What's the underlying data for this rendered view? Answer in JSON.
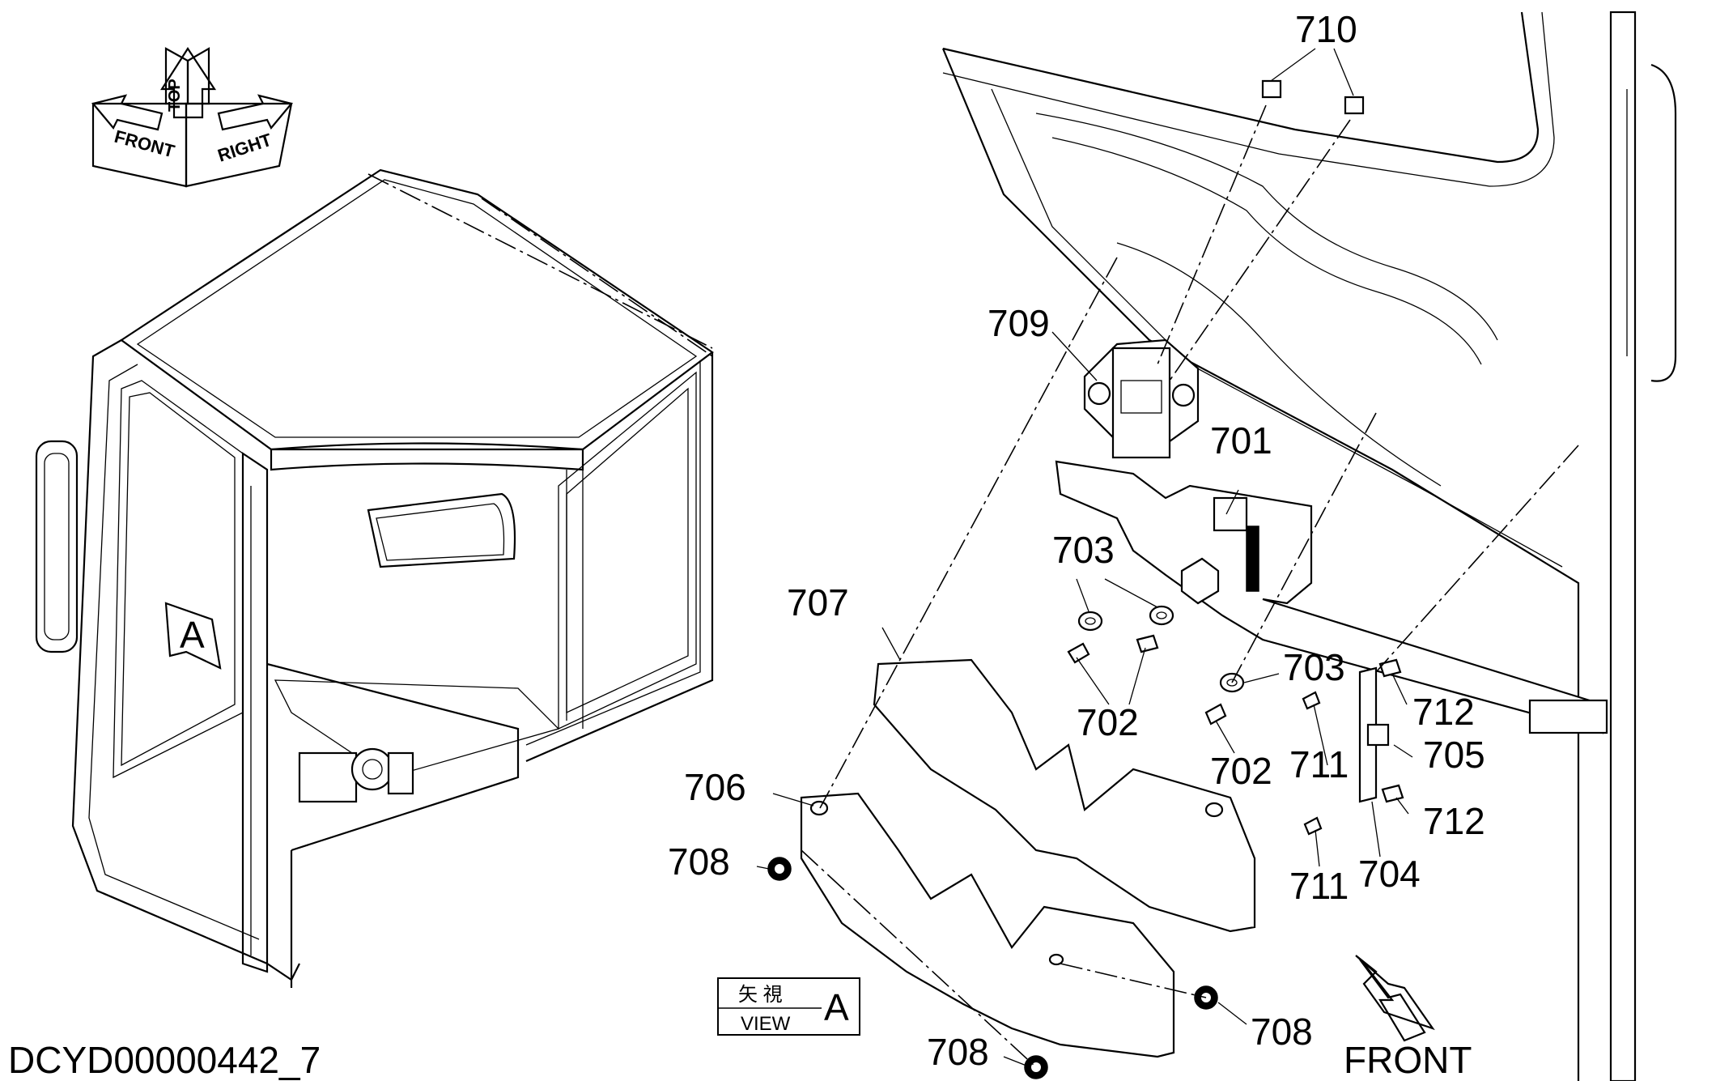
{
  "drawing_id": "DCYD00000442_7",
  "orientation": {
    "top": "TOP",
    "front": "FRONT",
    "right": "RIGHT"
  },
  "view_marker": "A",
  "view_box": {
    "kanji": "矢 視",
    "view": "VIEW",
    "letter": "A"
  },
  "direction_label": "FRONT",
  "callouts": {
    "c701": "701",
    "c702a": "702",
    "c702b": "702",
    "c703a": "703",
    "c703b": "703",
    "c704": "704",
    "c705": "705",
    "c706": "706",
    "c707": "707",
    "c708a": "708",
    "c708b": "708",
    "c708c": "708",
    "c709": "709",
    "c710": "710",
    "c711a": "711",
    "c711b": "711",
    "c712a": "712",
    "c712b": "712"
  }
}
